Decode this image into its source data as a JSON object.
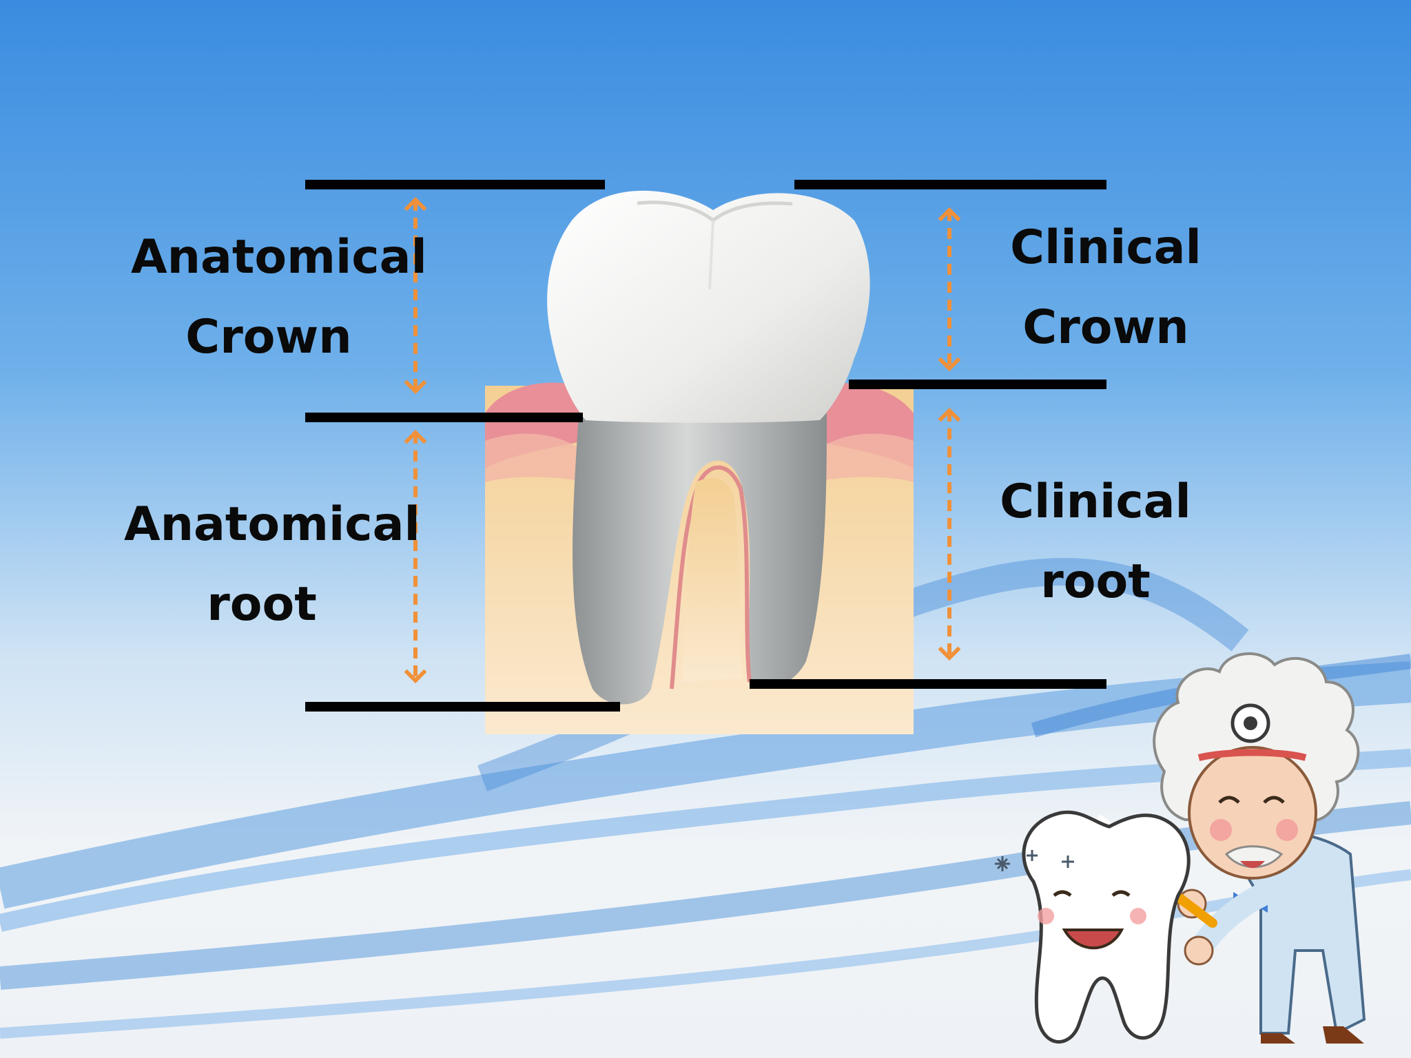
{
  "labels": {
    "anatomical_crown": [
      "Anatomical",
      "Crown"
    ],
    "anatomical_root": [
      "Anatomical",
      "root"
    ],
    "clinical_crown": [
      "Clinical",
      "Crown"
    ],
    "clinical_root": [
      "Clinical",
      "root"
    ]
  },
  "colors": {
    "sky_top": "#3f8fe0",
    "sky_mid": "#a9d0f0",
    "sky_low": "#f2f5f8",
    "marker_line": "#000000",
    "arrow": "#f0913a",
    "gum": "#e88f98",
    "bone": "#f7d9a4",
    "enamel": "#f4f4f2",
    "root": "#b9bcbd"
  },
  "icons": [
    "dentist-cartoon-icon",
    "smiling-tooth-icon",
    "toothbrush-icon",
    "sparkle-icon"
  ]
}
